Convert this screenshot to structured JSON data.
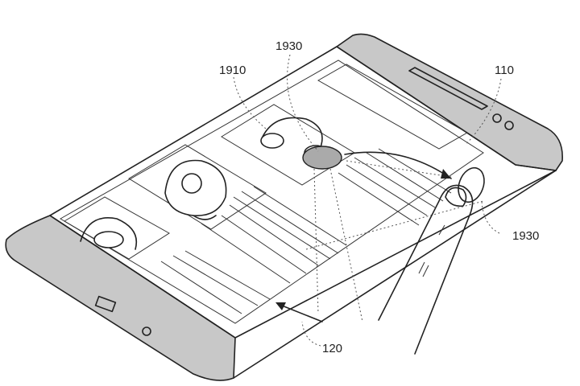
{
  "figure": {
    "labels": {
      "content_item": "1910",
      "selection_top": "1930",
      "device": "110",
      "selection_side": "1930",
      "side_display": "120"
    }
  }
}
